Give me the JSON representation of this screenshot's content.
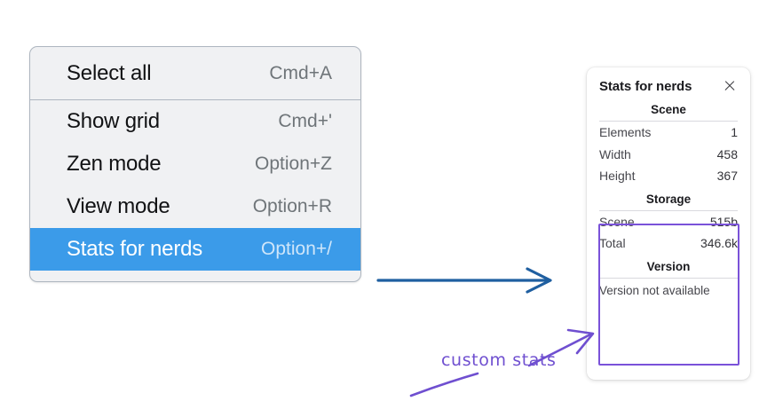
{
  "menu": {
    "groups": [
      {
        "items": [
          {
            "label": "Select all",
            "shortcut": "Cmd+A",
            "selected": false
          }
        ]
      },
      {
        "items": [
          {
            "label": "Show grid",
            "shortcut": "Cmd+'",
            "selected": false
          },
          {
            "label": "Zen mode",
            "shortcut": "Option+Z",
            "selected": false
          },
          {
            "label": "View mode",
            "shortcut": "Option+R",
            "selected": false
          },
          {
            "label": "Stats for nerds",
            "shortcut": "Option+/",
            "selected": true
          }
        ]
      }
    ],
    "highlight_color": "#3b9be9"
  },
  "stats_panel": {
    "title": "Stats for nerds",
    "close_icon": "close-icon",
    "sections": [
      {
        "name": "Scene",
        "heading": "Scene",
        "rows": [
          {
            "label": "Elements",
            "value": "1"
          },
          {
            "label": "Width",
            "value": "458"
          },
          {
            "label": "Height",
            "value": "367"
          }
        ]
      },
      {
        "name": "Storage",
        "heading": "Storage",
        "rows": [
          {
            "label": "Scene",
            "value": "515b"
          },
          {
            "label": "Total",
            "value": "346.6k"
          }
        ]
      },
      {
        "name": "Version",
        "heading": "Version",
        "note": "Version not available"
      }
    ]
  },
  "annotations": {
    "custom_stats_label": "custom stats",
    "purple_color": "#6f4fd0",
    "blue_arrow_color": "#1f5fa0"
  }
}
